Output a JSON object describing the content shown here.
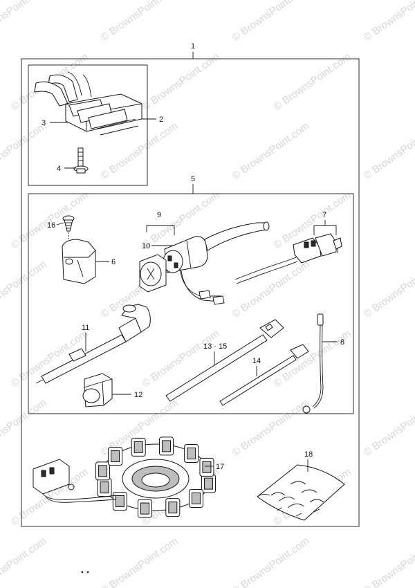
{
  "watermark": {
    "text": "© BrownsPoint.com"
  },
  "callouts": {
    "c1": "1",
    "c2": "2",
    "c3": "3",
    "c4": "4",
    "c5": "5",
    "c6": "6",
    "c7": "7",
    "c8": "8",
    "c9": "9",
    "c10": "10",
    "c11": "11",
    "c12": "12",
    "c13_15": "13 · 15",
    "c14": "14",
    "c16": "16",
    "c17": "17",
    "c18": "18"
  },
  "colors": {
    "line": "#111111",
    "watermark": "#d6d6d6",
    "background": "#ffffff"
  }
}
